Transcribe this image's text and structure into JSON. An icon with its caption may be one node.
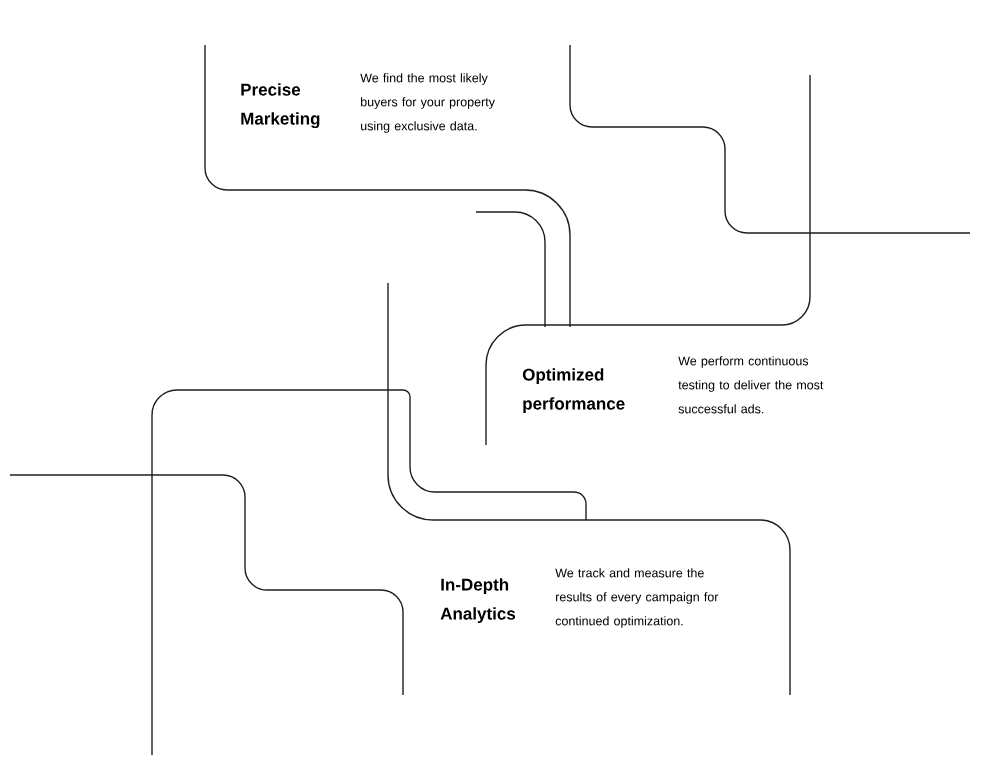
{
  "diagram": {
    "labels": [
      "Precise Marketing",
      "We find the most likely buyers for your property using exclusive data.",
      "Optimized performance",
      "We perform continuous testing to deliver the most successful ads.",
      "In-Depth Analytics",
      "We track and measure the results of every campaign for continued optimization."
    ]
  }
}
